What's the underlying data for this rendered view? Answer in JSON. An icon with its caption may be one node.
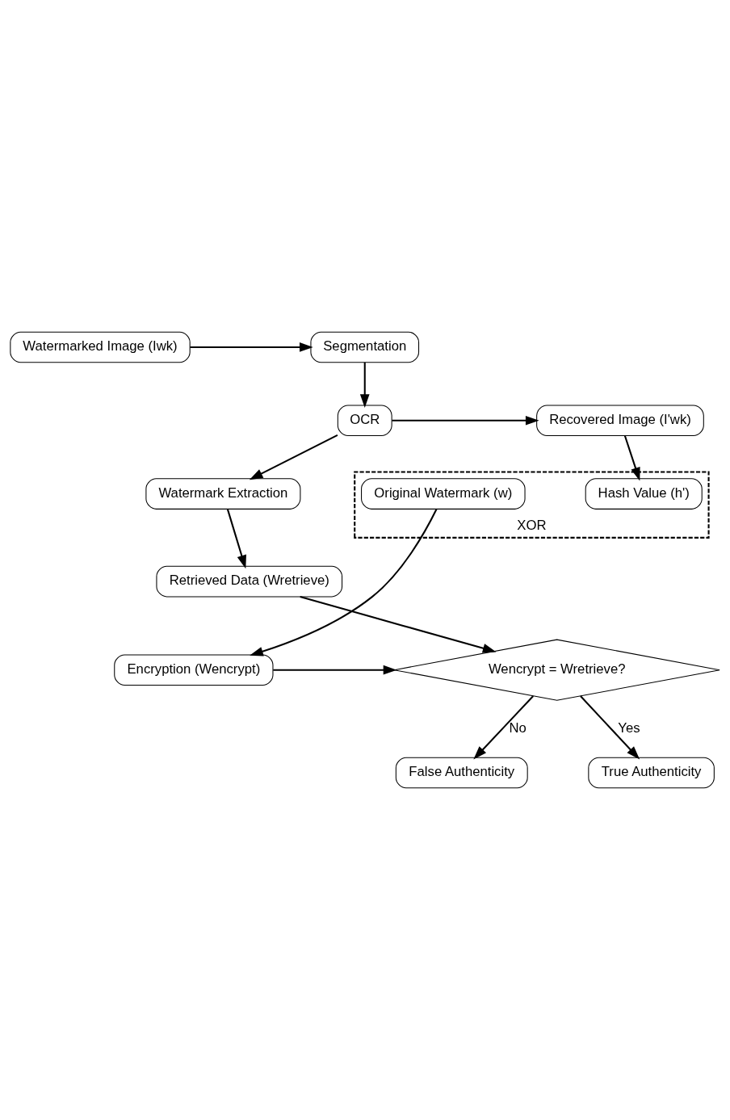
{
  "diagram": {
    "nodes": [
      {
        "text": [
          "Watermarked Image (Iwk)"
        ]
      },
      {
        "text": [
          "Segmentation"
        ]
      },
      {
        "text": [
          "Recovered Image (I'wk)"
        ]
      },
      {
        "text": [
          "OCR"
        ]
      },
      {
        "text": [
          "XOR"
        ]
      },
      {
        "text": [
          "Hash Value (h')"
        ],
        "in": 4
      },
      {
        "text": [
          "Original Watermark (w)"
        ],
        "in": 4
      },
      {
        "text": [
          "Watermark Extraction"
        ]
      },
      {
        "text": [
          "Retrieved Data (Wretrieve)"
        ]
      },
      {
        "text": [
          "Encryption (Wencrypt)"
        ]
      },
      {
        "text": [
          "Wencrypt = Wretrieve?"
        ]
      },
      {
        "text": [
          "False Authenticity"
        ]
      },
      {
        "text": [
          "True Authenticity"
        ]
      }
    ],
    "edges": [
      {
        "from": 0,
        "to": 1,
        "arrow": "to"
      },
      {
        "from": 1,
        "to": 3,
        "arrow": "to"
      },
      {
        "from": 3,
        "to": 2,
        "arrow": "to"
      },
      {
        "from": 2,
        "to": 5,
        "arrow": "to"
      },
      {
        "from": 3,
        "to": 7,
        "arrow": "to"
      },
      {
        "from": 7,
        "to": 8,
        "arrow": "to"
      },
      {
        "from": 6,
        "to": 9,
        "arrow": "to"
      },
      {
        "from": 8,
        "to": 10,
        "arrow": "to"
      },
      {
        "from": 9,
        "to": 10,
        "arrow": "to"
      },
      {
        "from": 10,
        "to": 11,
        "arrow": "to",
        "label": "No"
      },
      {
        "from": 10,
        "to": 12,
        "arrow": "to",
        "label": "Yes"
      }
    ]
  }
}
